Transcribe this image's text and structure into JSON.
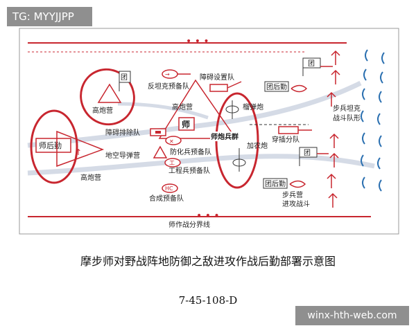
{
  "watermark_top": "TG: MYYJJPP",
  "watermark_bottom": "winx-hth-web.com",
  "caption": {
    "title": "摩步师对野战阵地防御之敌进攻作战后勤部署示意图",
    "code": "7-45-108-D"
  },
  "colors": {
    "red": "#c8262f",
    "blue": "#2a6fb0",
    "road": "#cfd7e3"
  },
  "diagram": {
    "units": {
      "division_rear": "师后勤",
      "regiment": "团",
      "artillery_camp_upper": "高炮营",
      "artillery_camp_lower": "高炮营",
      "artillery_camp_mid": "高炮营",
      "anti_tank_reserve": "反坦克预备队",
      "obstacle_team": "障碍设置队",
      "obstacle_clear_team": "障碍排除队",
      "division_marker": "师",
      "division_artillery": "师炮兵群",
      "mortar": "榴弹炮",
      "howitzer": "加农炮",
      "chem_reserve": "防化兵预备队",
      "sam_camp": "地空导弹营",
      "engineer_reserve": "工程兵预备队",
      "composite_reserve": "合成预备队",
      "hc_icon_text": "HC",
      "gong_icon_text": "工",
      "penetration_team": "穿插分队",
      "regiment_rear_upper": "团后勤",
      "regiment_rear_lower": "团后勤",
      "regiment_right_upper": "团",
      "regiment_right_mid": "团",
      "infantry_tank_formation_line1": "步兵坦克",
      "infantry_tank_formation_line2": "战斗队形",
      "infantry_camp_line1": "步兵营",
      "infantry_camp_line2": "进攻战斗",
      "boundary": "师作战分界线"
    }
  }
}
